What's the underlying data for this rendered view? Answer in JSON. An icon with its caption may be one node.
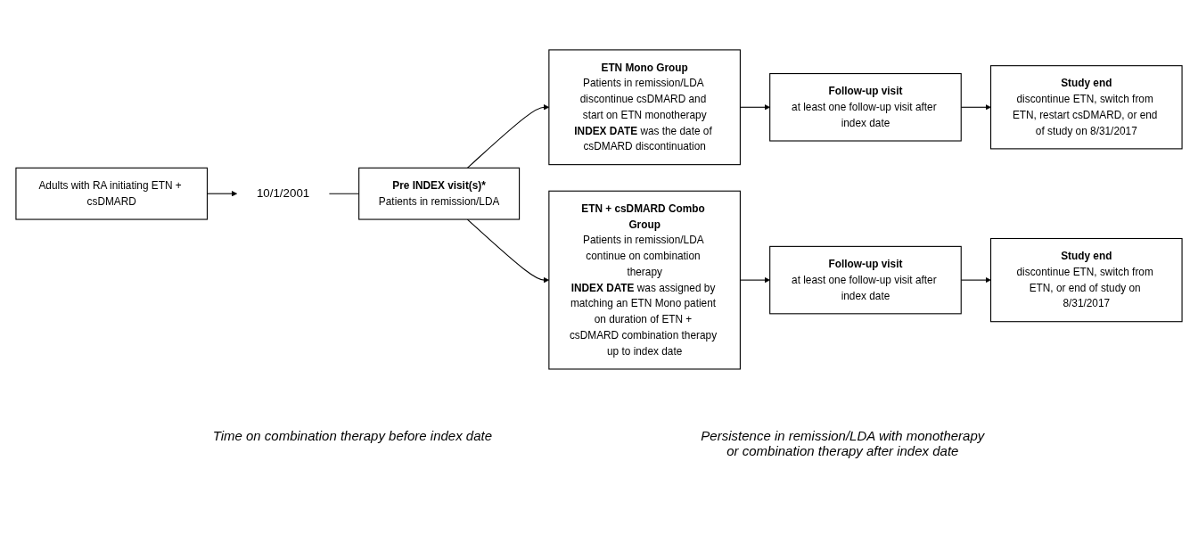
{
  "diagram": {
    "nodes": [
      {
        "text": [
          "Adults with RA initiating ETN + csDMARD"
        ]
      },
      {
        "text": [
          "10/1/2001"
        ]
      },
      {
        "text": [
          "Pre INDEX visit(s)*",
          "Patients in remission/LDA"
        ]
      },
      {
        "text": [
          "ETN Mono Group",
          "Patients in remission/LDA discontinue csDMARD and start on ETN monotherapy",
          "**INDEX DATE** was the date of csDMARD discontinuation"
        ]
      },
      {
        "text": [
          "Follow-up visit",
          "at least one follow-up visit after index date"
        ]
      },
      {
        "text": [
          "Study end",
          "discontinue ETN, switch from ETN, restart csDMARD, or end of study on 8/31/2017"
        ]
      },
      {
        "text": [
          "ETN + csDMARD Combo Group",
          "Patients in remission/LDA continue on combination therapy",
          "**INDEX DATE** was assigned by matching an ETN Mono patient on duration of ETN + csDMARD combination therapy up to index date"
        ]
      },
      {
        "text": [
          "Follow-up visit",
          "at least one follow-up visit after index date"
        ]
      },
      {
        "text": [
          "Study end",
          "discontinue ETN, switch from ETN, or end of study on 8/31/2017"
        ]
      }
    ],
    "edges": [
      {
        "from": 0,
        "to": 1,
        "arrow": "to"
      },
      {
        "from": 1,
        "to": 2,
        "arrow": "none"
      },
      {
        "from": 2,
        "to": 3,
        "arrow": "to"
      },
      {
        "from": 2,
        "to": 6,
        "arrow": "to"
      },
      {
        "from": 3,
        "to": 4,
        "arrow": "to"
      },
      {
        "from": 4,
        "to": 5,
        "arrow": "to"
      },
      {
        "from": 6,
        "to": 7,
        "arrow": "to"
      },
      {
        "from": 7,
        "to": 8,
        "arrow": "to"
      }
    ],
    "labels": [
      "Time on combination therapy before index date",
      "Persistence in remission/LDA with monotherapy or combination therapy after index date"
    ]
  }
}
